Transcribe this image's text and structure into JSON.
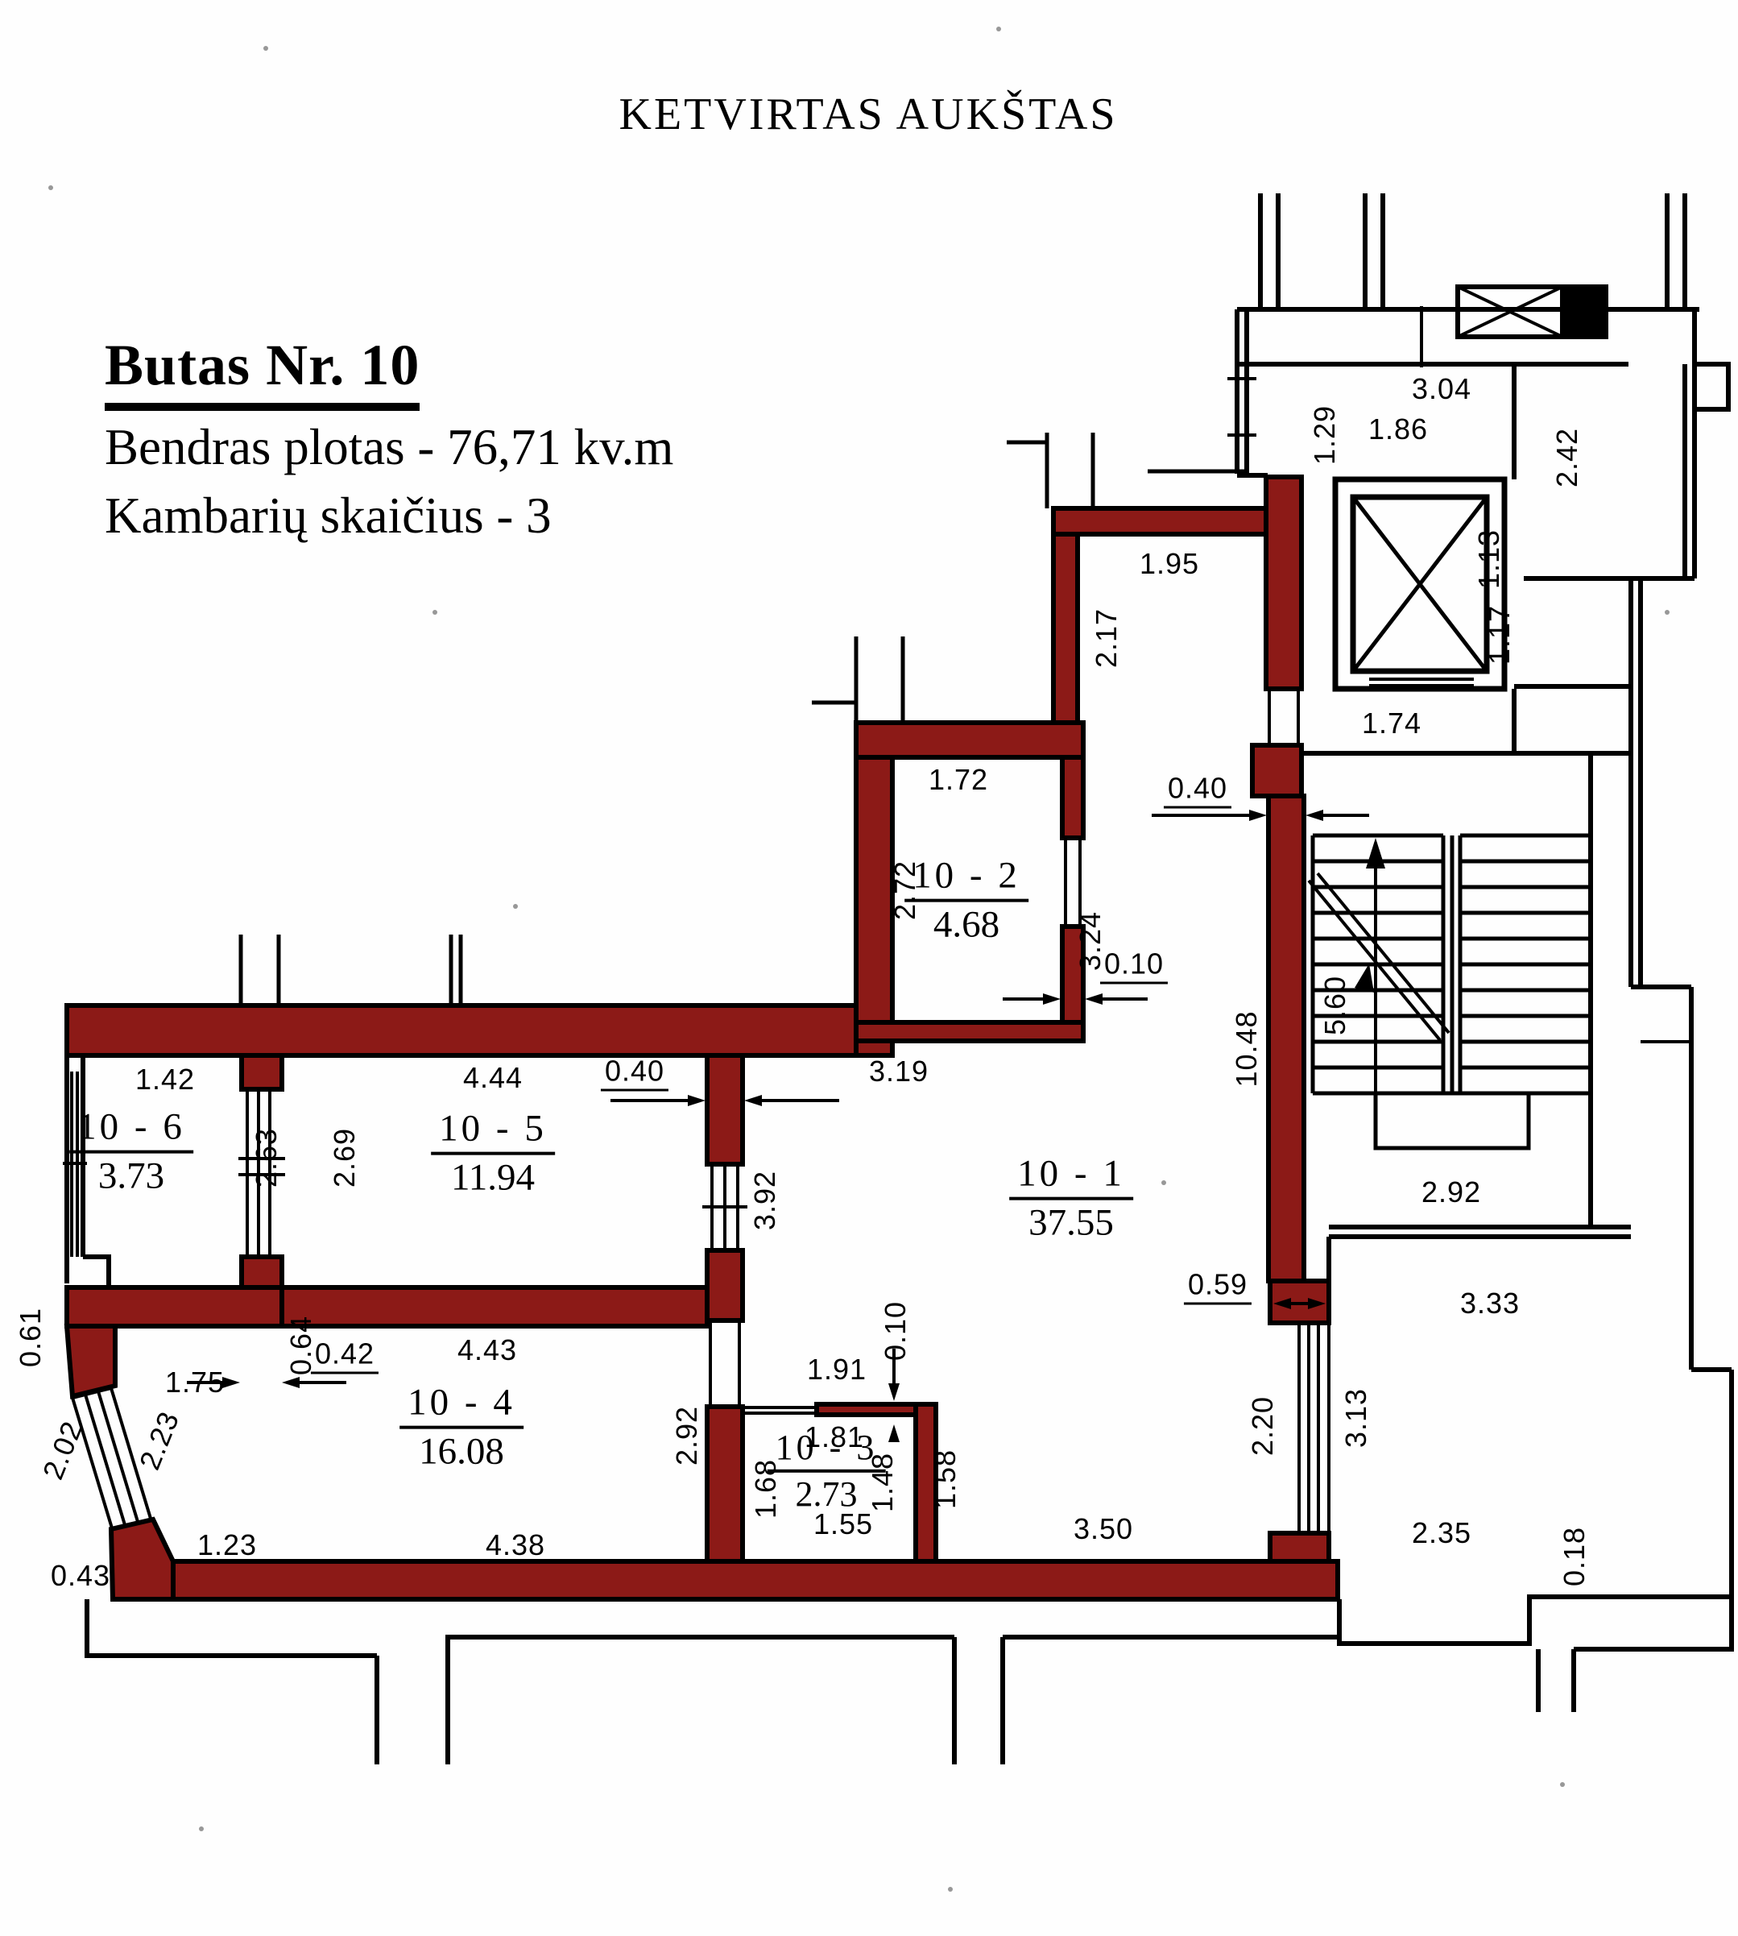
{
  "title": "KETVIRTAS AUKŠTAS",
  "info": {
    "line1": "Butas Nr. 10",
    "line2": "Bendras plotas - 76,71 kv.m",
    "line3": "Kambarių skaičius - 3"
  },
  "rooms": [
    {
      "name": "10 - 1",
      "area": "37.55"
    },
    {
      "name": "10 - 2",
      "area": "4.68"
    },
    {
      "name": "10 - 3",
      "area": "2.73"
    },
    {
      "name": "10 - 4",
      "area": "16.08"
    },
    {
      "name": "10 - 5",
      "area": "11.94"
    },
    {
      "name": "10 - 6",
      "area": "3.73"
    }
  ],
  "dims": [
    "3.04",
    "1.29",
    "1.86",
    "2.42",
    "1.13",
    "1.17",
    "1.74",
    "1.95",
    "2.17",
    "0.40",
    "1.72",
    "2.72",
    "3.24",
    "0.10",
    "5.60",
    "10.48",
    "1.42",
    "4.44",
    "0.40",
    "3.19",
    "2.63",
    "2.69",
    "3.92",
    "0.42",
    "0.64",
    "4.43",
    "1.75",
    "0.61",
    "2.02",
    "2.23",
    "2.92",
    "1.23",
    "4.38",
    "0.43",
    "1.91",
    "0.10",
    "1.81",
    "1.68",
    "1.48",
    "1.55",
    "1.58",
    "3.50",
    "2.20",
    "3.13",
    "0.59",
    "2.92",
    "3.33",
    "2.35",
    "0.18"
  ],
  "colors": {
    "wall": "#8c1a17",
    "line": "#000000",
    "background": "#fefefe"
  }
}
